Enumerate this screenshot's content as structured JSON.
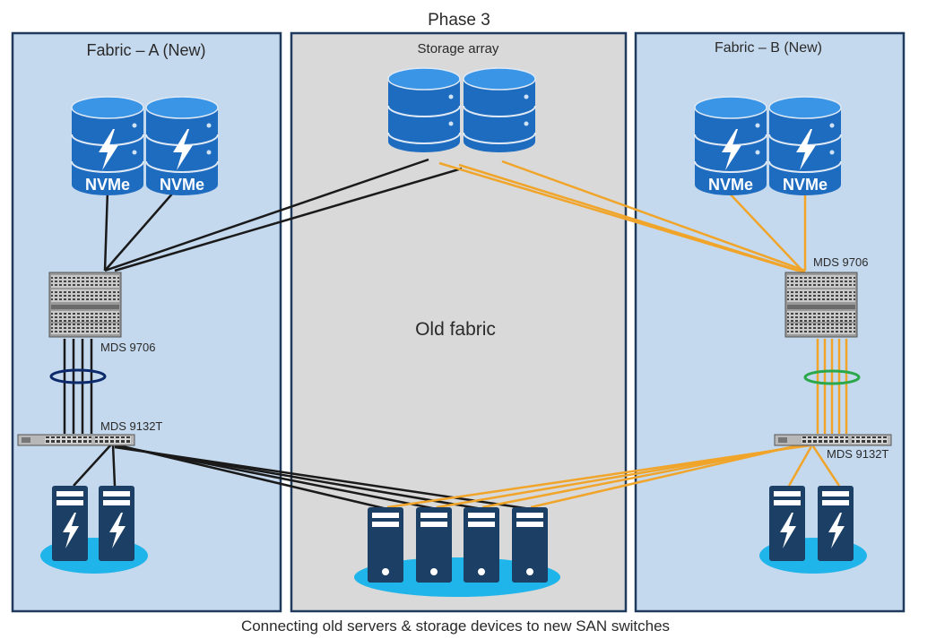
{
  "title": "Phase 3",
  "caption": "Connecting old servers & storage devices to new SAN switches",
  "panels": {
    "left": {
      "label": "Fabric – A (New)"
    },
    "center": {
      "label": "Storage array",
      "fabric_label": "Old fabric"
    },
    "right": {
      "label": "Fabric – B (New)"
    }
  },
  "devices": {
    "left_director": "MDS 9706",
    "left_switch": "MDS 9132T",
    "right_director": "MDS 9706",
    "right_switch": "MDS 9132T",
    "nvme_label": "NVMe"
  },
  "colors": {
    "fabric_panel": "#c5d9ee",
    "old_panel": "#d9d9d9",
    "panel_border": "#1f3a5c",
    "disk": "#1e6cc0",
    "server": "#1c3f66",
    "base": "#1fb5ea",
    "link_a": "#1a1a1a",
    "link_b": "#f0a52a",
    "bundle_a": "#0d2a6b",
    "bundle_b": "#2aa84a"
  }
}
